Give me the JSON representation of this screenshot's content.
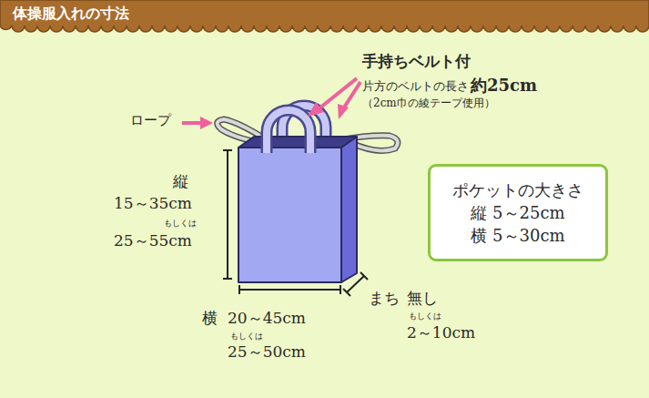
{
  "diagram": {
    "title": "体操服入れの寸法",
    "nodes": [
      {
        "text": [
          "ポケットの大きさ",
          "縦 5～25cm",
          "横 5～30cm"
        ]
      }
    ],
    "labels": [
      "手持ちベルト付",
      "片方のベルトの長さ",
      "約25cm",
      "（2cm巾の綾テープ使用）",
      "ロープ",
      "縦",
      "15～35cm",
      "もしくは",
      "25～55cm",
      "横",
      "20～45cm",
      "もしくは",
      "25～50cm",
      "まち",
      "無し",
      "もしくは",
      "2～10cm"
    ]
  }
}
